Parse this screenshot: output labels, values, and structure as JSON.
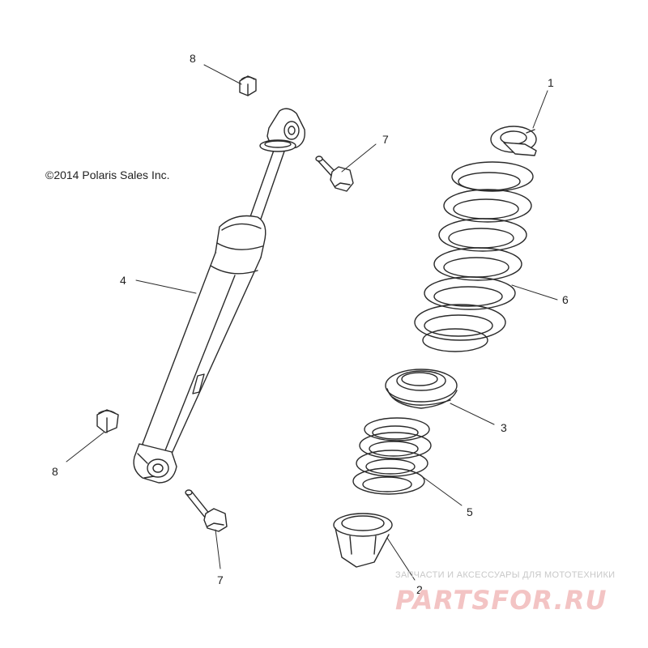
{
  "copyright": "©2014 Polaris Sales Inc.",
  "callouts": {
    "c1": "1",
    "c2": "2",
    "c3": "3",
    "c4": "4",
    "c5": "5",
    "c6": "6",
    "c7_top": "7",
    "c7_bottom": "7",
    "c8_top": "8",
    "c8_left": "8"
  },
  "watermark": {
    "tagline": "ЗАПЧАСТИ И АКСЕССУАРЫ ДЛЯ МОТОТЕХНИКИ",
    "logo": "PARTSFOR.RU"
  },
  "colors": {
    "line": "#2a2a2a",
    "watermark_red": "#f3c4c4",
    "watermark_gray": "#c8c8c8"
  }
}
